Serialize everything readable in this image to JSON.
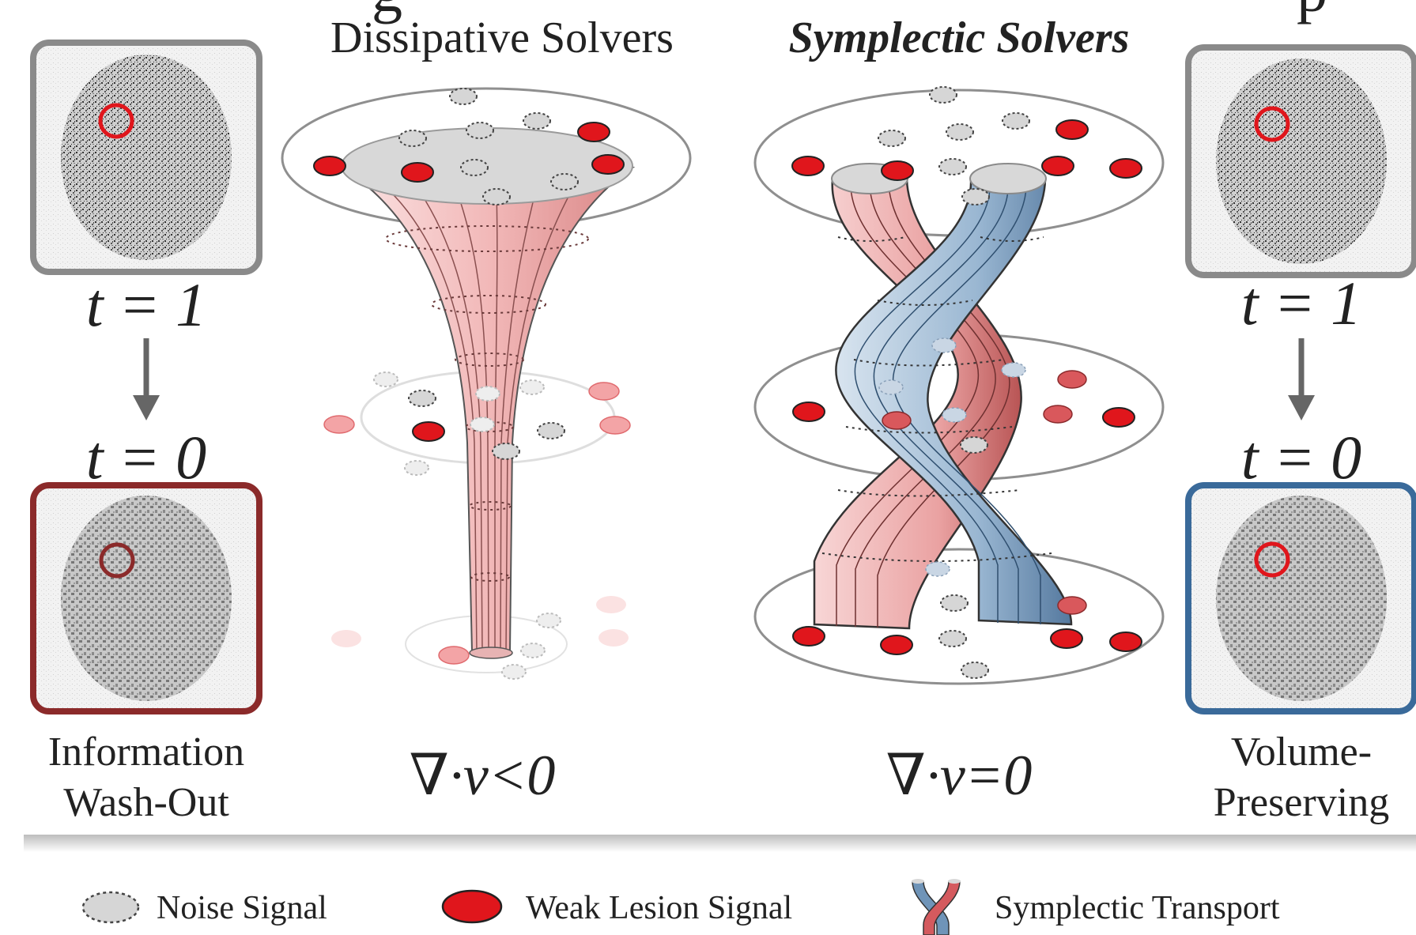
{
  "top_cut_text": "g",
  "top_cut_text_right": "p",
  "titles": {
    "dissipative": "Dissipative Solvers",
    "symplectic": "Symplectic Solvers"
  },
  "left_panel": {
    "time_top": "t = 1",
    "time_bottom": "t = 0",
    "caption_line1": "Information",
    "caption_line2": "Wash-Out",
    "bottom_frame_color": "#8b2a2a"
  },
  "right_panel": {
    "time_top": "t = 1",
    "time_bottom": "t = 0",
    "caption_line1": "Volume-",
    "caption_line2": "Preserving",
    "bottom_frame_color": "#3a6a9a"
  },
  "formulas": {
    "dissipative": "∇·v<0",
    "symplectic": "∇·v=0"
  },
  "legend": [
    {
      "icon": "noise-signal-icon",
      "label": "Noise Signal"
    },
    {
      "icon": "weak-lesion-signal-icon",
      "label": "Weak Lesion Signal"
    },
    {
      "icon": "symplectic-transport-icon",
      "label": "Symplectic Transport"
    }
  ],
  "colors": {
    "lesion_red": "#e0161c",
    "noise_gray": "#d6d6d6",
    "funnel_pink": "#f2c4c4",
    "tube_blue": "#8fb0cf",
    "frame_gray": "#8a8a8a"
  }
}
